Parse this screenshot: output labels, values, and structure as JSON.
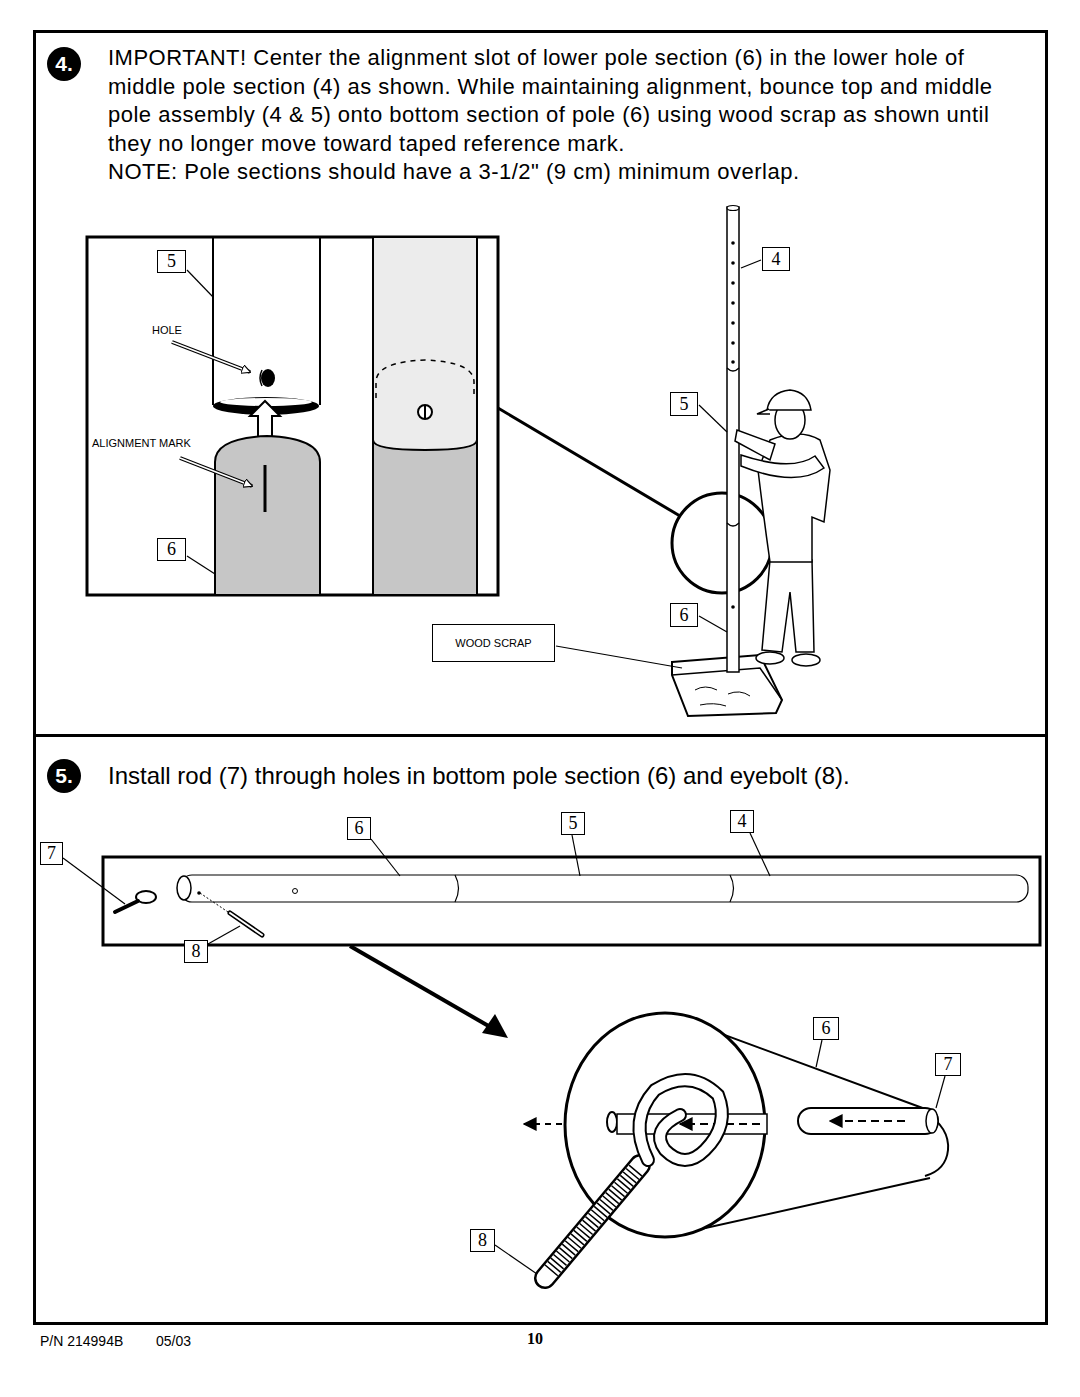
{
  "diagram": {
    "nodes": [
      {
        "text": [
          "IMPORTANT! Center the alignment slot of lower pole section (6) in the lower hole of middle pole section (4) as shown. While maintaining alignment, bounce top and middle pole assembly (4 & 5) onto bottom section of pole (6) using wood scrap as shown until they no longer move toward taped reference mark.",
          "NOTE: Pole sections should have a 3-1/2\" (9 cm) minimum overlap."
        ]
      },
      {
        "text": [
          "4."
        ],
        "in": 0
      },
      {
        "text": [
          "5"
        ],
        "in": 0
      },
      {
        "text": [
          "6"
        ],
        "in": 0
      },
      {
        "text": [
          "4"
        ],
        "in": 0
      },
      {
        "text": [
          "5"
        ],
        "in": 0
      },
      {
        "text": [
          "6"
        ],
        "in": 0
      },
      {
        "text": [
          "WOOD SCRAP"
        ],
        "in": 0
      },
      {
        "text": [
          "Install rod (7) through holes in bottom pole section (6) and eyebolt (8)."
        ]
      },
      {
        "text": [
          "5."
        ],
        "in": 8
      },
      {
        "text": [
          "6"
        ],
        "in": 8
      },
      {
        "text": [
          "5"
        ],
        "in": 8
      },
      {
        "text": [
          "4"
        ],
        "in": 8
      },
      {
        "text": [
          "7"
        ],
        "in": 8
      },
      {
        "text": [
          "8"
        ],
        "in": 8
      },
      {
        "text": [
          "6"
        ],
        "in": 8
      },
      {
        "text": [
          "7"
        ],
        "in": 8
      },
      {
        "text": [
          "8"
        ],
        "in": 8
      }
    ],
    "labels": [
      "HOLE",
      "ALIGNMENT MARK",
      "P/N 214994B",
      "05/03",
      "10"
    ]
  }
}
